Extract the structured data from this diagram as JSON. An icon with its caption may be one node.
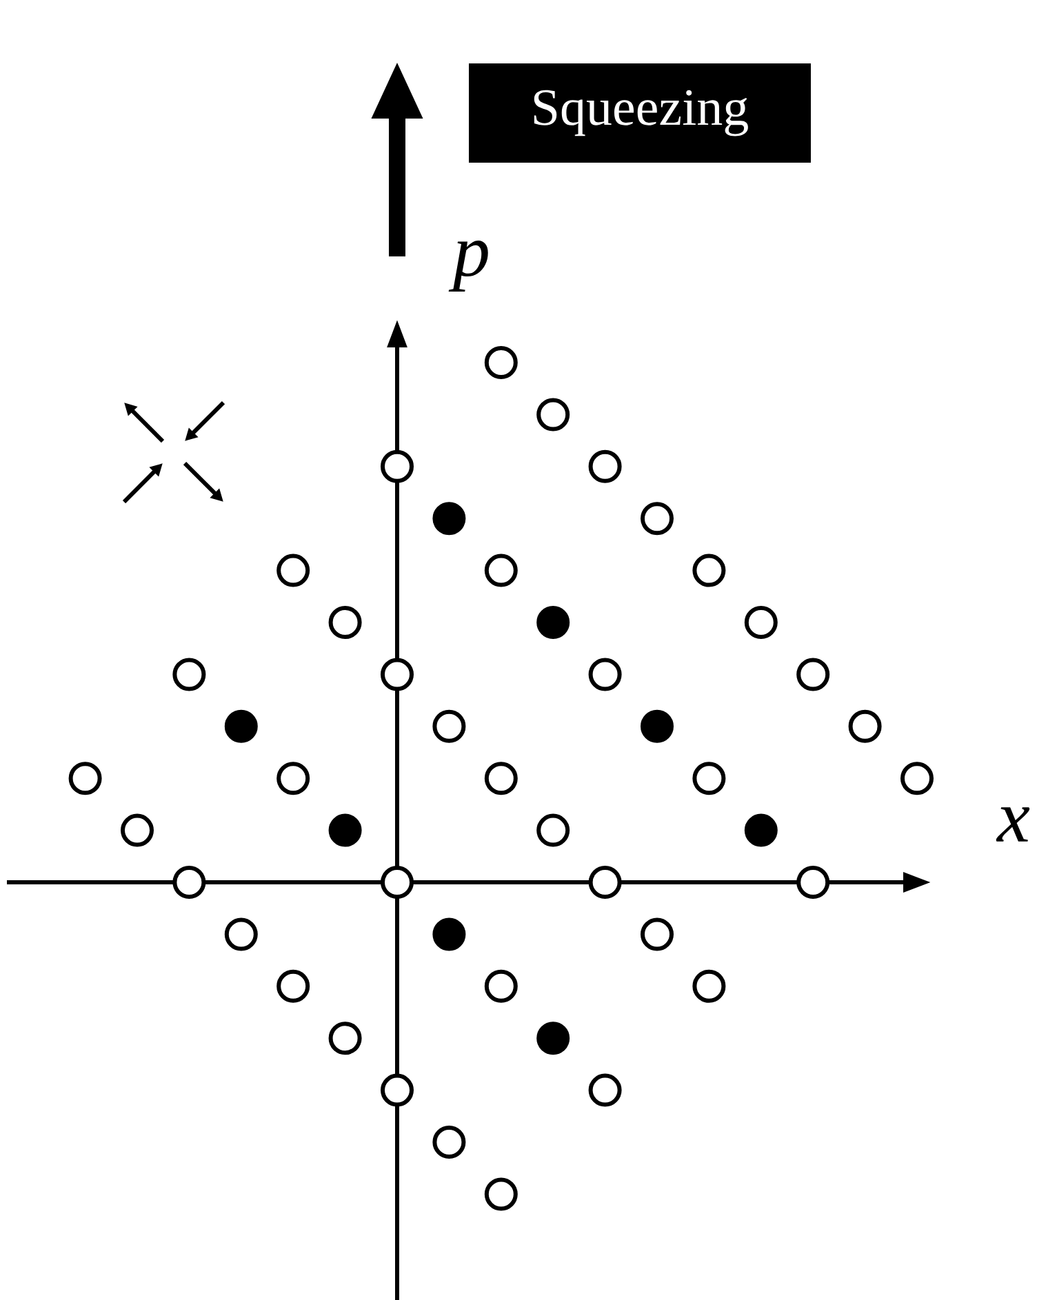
{
  "diagram": {
    "nodes": [
      {
        "text": [
          "Squeezing"
        ]
      }
    ],
    "labels": [
      "p",
      "x"
    ]
  }
}
